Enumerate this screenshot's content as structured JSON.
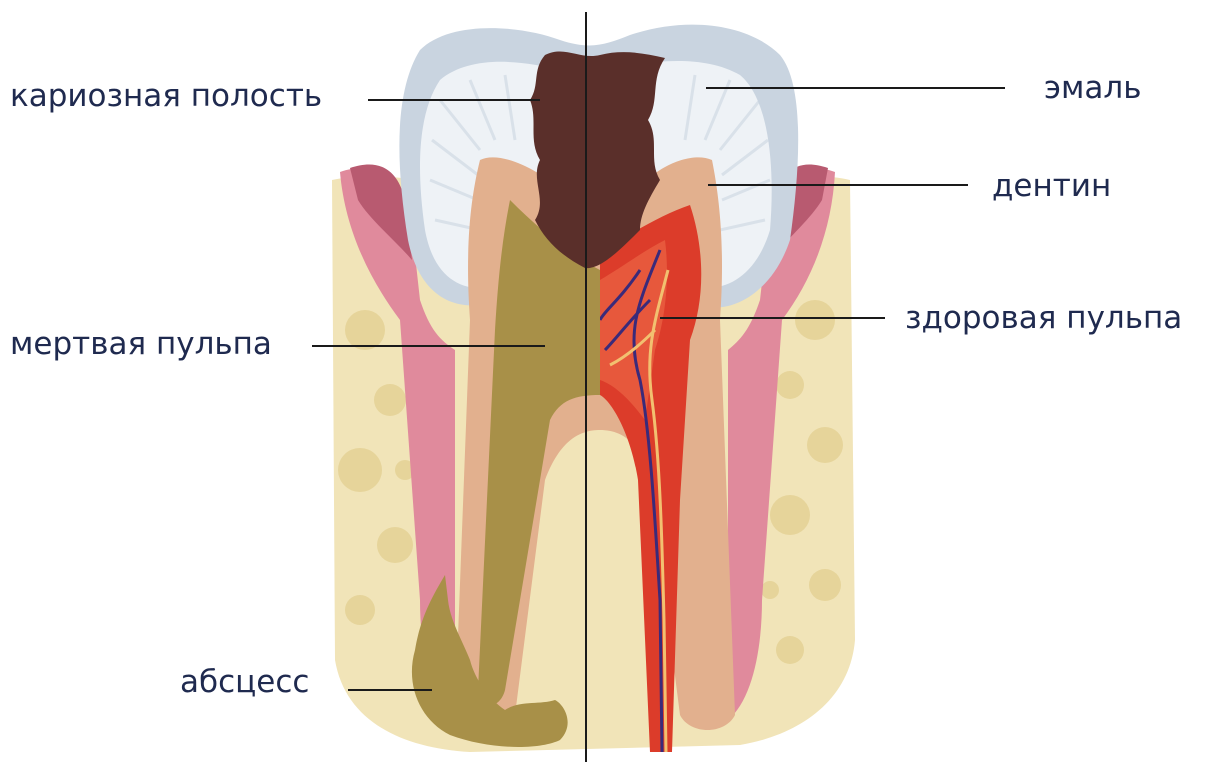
{
  "colors": {
    "label_text": "#1f2a4f",
    "leader_line": "#1a1a1a",
    "enamel": "#c9d4e0",
    "enamel_light": "#eef2f6",
    "dentin": "#e2b08e",
    "gum": "#e08a9c",
    "gum_dark": "#b85a70",
    "bone": "#f1e4b8",
    "bone_spots": "#e6d49a",
    "caries": "#5a2f2a",
    "dead_pulp": "#a89048",
    "healthy_pulp": "#dc3c2a",
    "nerve_blue": "#3a2a7a",
    "nerve_yellow": "#f2c070"
  },
  "labels": {
    "caries": "кариозная полость",
    "dead_pulp": "мертвая пульпа",
    "abscess": "абсцесс",
    "enamel": "эмаль",
    "dentin": "дентин",
    "healthy_pulp": "здоровая пульпа"
  }
}
